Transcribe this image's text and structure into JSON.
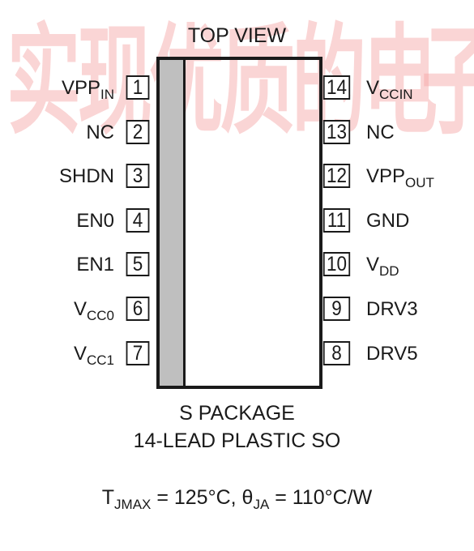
{
  "watermark": {
    "text": "实现优质的电子元器件选择建议",
    "color": "#f6a3a3",
    "visible_chars": [
      "实",
      "现",
      "优",
      "质",
      "的",
      "电",
      "子"
    ]
  },
  "title": "TOP VIEW",
  "pins_left": [
    {
      "num": "1",
      "label": "VPP",
      "sub": "IN"
    },
    {
      "num": "2",
      "label": "NC",
      "sub": ""
    },
    {
      "num": "3",
      "label": "SHDN",
      "sub": ""
    },
    {
      "num": "4",
      "label": "EN0",
      "sub": ""
    },
    {
      "num": "5",
      "label": "EN1",
      "sub": ""
    },
    {
      "num": "6",
      "label": "V",
      "sub": "CC0"
    },
    {
      "num": "7",
      "label": "V",
      "sub": "CC1"
    }
  ],
  "pins_right": [
    {
      "num": "14",
      "label": "V",
      "sub": "CCIN"
    },
    {
      "num": "13",
      "label": "NC",
      "sub": ""
    },
    {
      "num": "12",
      "label": "VPP",
      "sub": "OUT"
    },
    {
      "num": "11",
      "label": "GND",
      "sub": ""
    },
    {
      "num": "10",
      "label": "V",
      "sub": "DD"
    },
    {
      "num": "9",
      "label": "DRV3",
      "sub": ""
    },
    {
      "num": "8",
      "label": "DRV5",
      "sub": ""
    }
  ],
  "package_line1": "S PACKAGE",
  "package_line2": "14-LEAD PLASTIC SO",
  "thermal": {
    "t_main": "T",
    "t_sub": "JMAX",
    "t_value": " = 125°C, ",
    "theta_main": "θ",
    "theta_sub": "JA",
    "theta_value": " = 110°C/W"
  },
  "colors": {
    "ink": "#1a1a1a",
    "stripe": "#bfbfbf"
  }
}
